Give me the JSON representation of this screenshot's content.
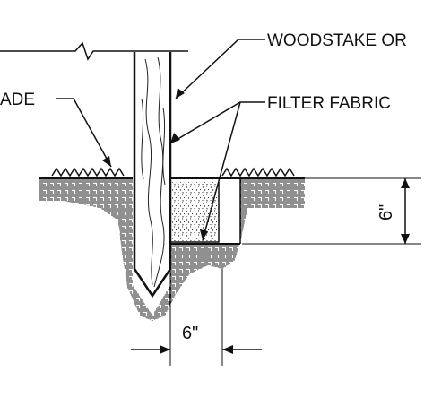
{
  "labels": {
    "woodstake": "WOODSTAKE OR",
    "filter_fabric": "FILTER FABRIC",
    "grade": "ADE",
    "depth_dim": "6\"",
    "width_dim": "6\""
  },
  "colors": {
    "ink": "#111111",
    "background": "#ffffff"
  }
}
